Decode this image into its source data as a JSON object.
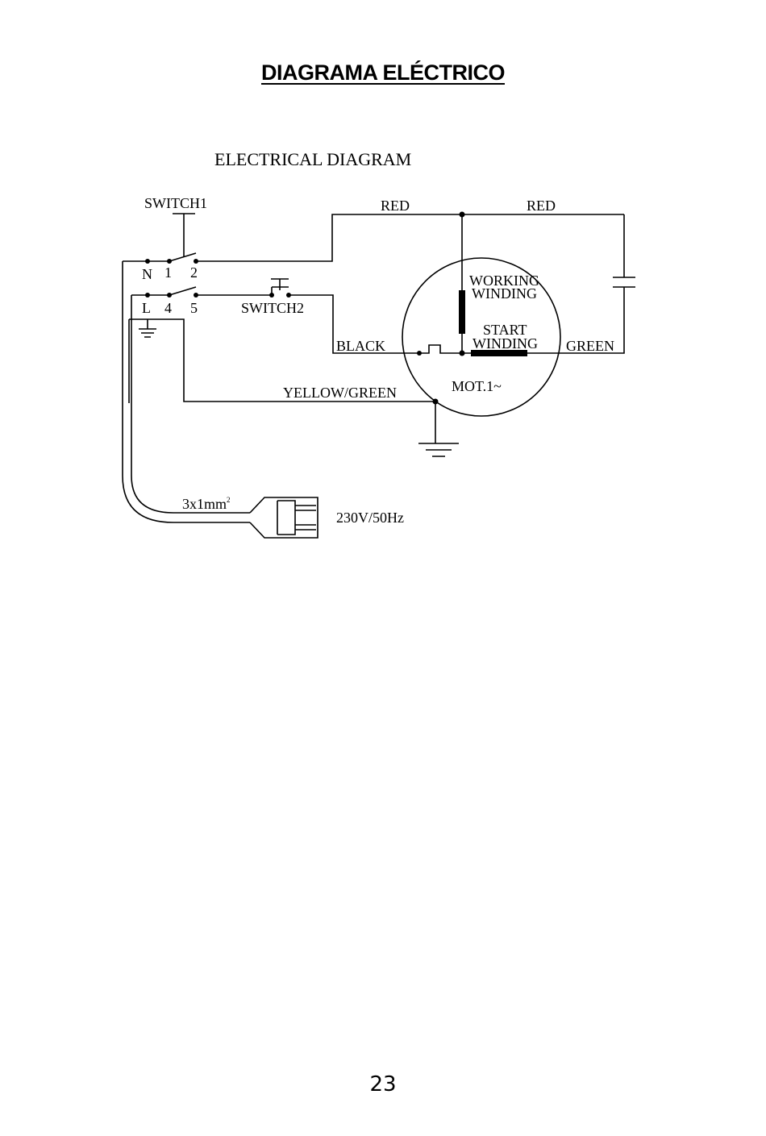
{
  "page": {
    "title": "DIAGRAMA ELÉCTRICO",
    "page_number": "23"
  },
  "diagram": {
    "heading": "ELECTRICAL DIAGRAM",
    "labels": {
      "switch1": "SWITCH1",
      "switch2": "SWITCH2",
      "terminal_n": "N",
      "terminal_1": "1",
      "terminal_2": "2",
      "terminal_l": "L",
      "terminal_4": "4",
      "terminal_5": "5",
      "red_left": "RED",
      "red_right": "RED",
      "working_winding_1": "WORKING",
      "working_winding_2": "WINDING",
      "start_winding_1": "START",
      "start_winding_2": "WINDING",
      "black": "BLACK",
      "green": "GREEN",
      "yellow_green": "YELLOW/GREEN",
      "motor": "MOT.1~",
      "cable": "3x1mm",
      "cable_sup": "2",
      "supply": "230V/50Hz"
    }
  }
}
